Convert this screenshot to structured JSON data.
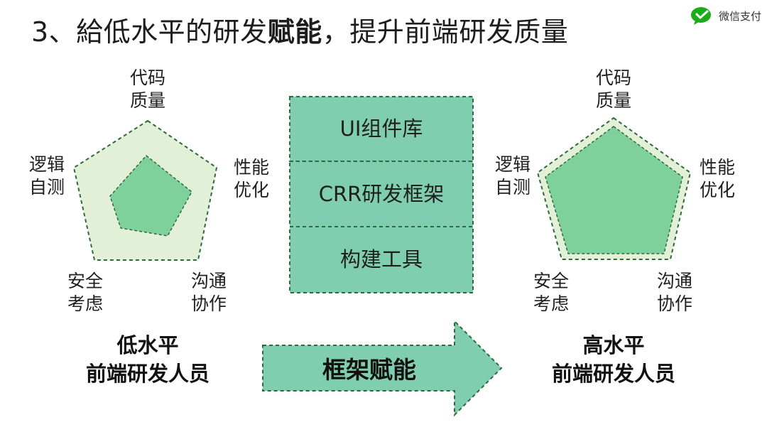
{
  "title": {
    "prefix": "3、給低水平的研发",
    "bold": "赋能",
    "suffix": "，提升前端研发质量"
  },
  "brand": {
    "label": "微信支付",
    "icon": "wechat-pay-icon",
    "color": "#1aad19"
  },
  "axes": {
    "code_quality": [
      "代码",
      "质量"
    ],
    "performance": [
      "性能",
      "优化"
    ],
    "collaboration": [
      "沟通",
      "协作"
    ],
    "security": [
      "安全",
      "考虑"
    ],
    "logic_test": [
      "逻辑",
      "自测"
    ]
  },
  "center_stack": [
    "UI组件库",
    "CRR研发框架",
    "构建工具"
  ],
  "arrow_label": "框架赋能",
  "left_caption": [
    "低水平",
    "前端研发人员"
  ],
  "right_caption": [
    "高水平",
    "前端研发人员"
  ],
  "colors": {
    "outer_fill": "#e2f0d8",
    "inner_fill": "#7fd19c",
    "box_fill": "#7fceb0",
    "dash_stroke": "#2e6b3a"
  }
}
